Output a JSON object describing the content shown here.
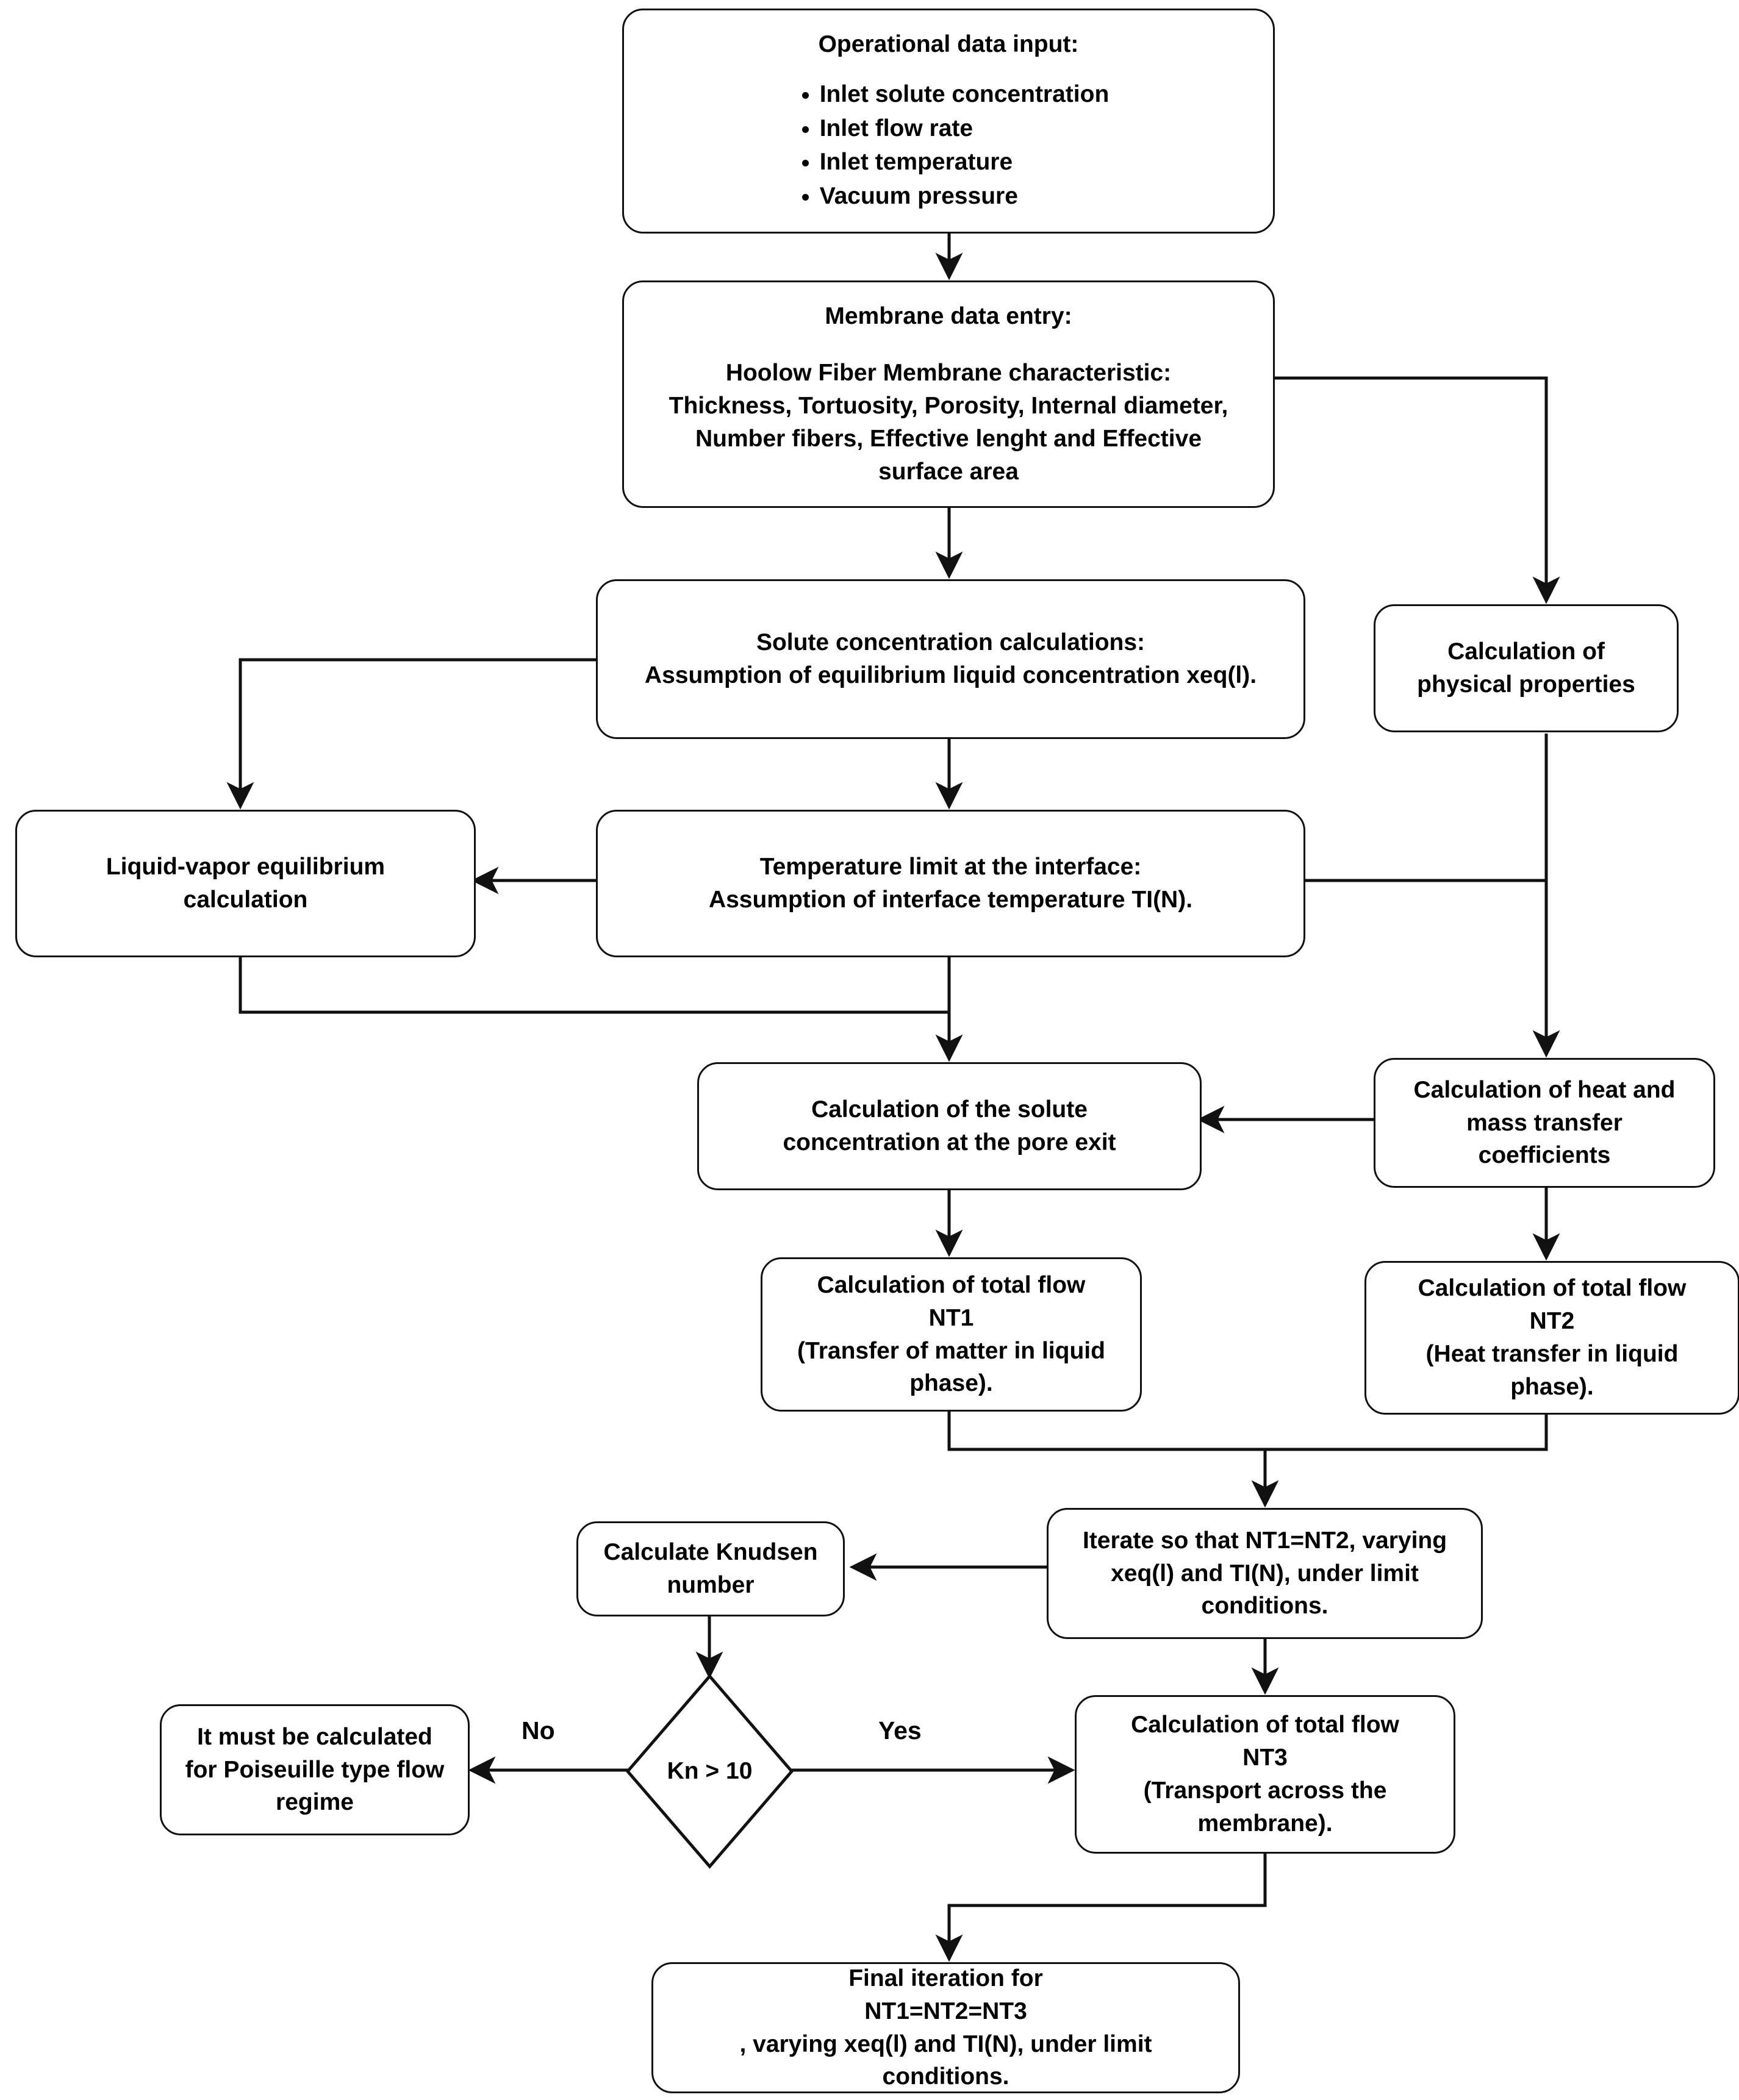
{
  "diagram": {
    "title": "Membrane distillation calculation flowchart",
    "type": "flowchart",
    "colors": {
      "stroke": "#111111",
      "fill": "#ffffff",
      "text": "#000000"
    }
  },
  "nodes": {
    "operational_input": {
      "heading": "Operational data input:",
      "bullets": [
        "Inlet solute concentration",
        "Inlet flow rate",
        "Inlet temperature",
        "Vacuum pressure"
      ]
    },
    "membrane_entry": {
      "line1": "Membrane data entry:",
      "line2": "Hoolow Fiber Membrane characteristic:",
      "line3": "Thickness, Tortuosity, Porosity, Internal diameter,",
      "line4": "Number fibers, Effective lenght and Effective",
      "line5": "surface area"
    },
    "solute_concentration": {
      "line1": "Solute concentration calculations:",
      "line2": "Assumption of equilibrium liquid concentration xeq(l)."
    },
    "physical_properties": {
      "line1": "Calculation of",
      "line2": "physical properties"
    },
    "liquid_vapor": {
      "line1": "Liquid-vapor equilibrium",
      "line2": "calculation"
    },
    "temperature_limit": {
      "line1": "Temperature limit at the interface:",
      "line2": "Assumption of interface temperature TI(N)."
    },
    "pore_exit": {
      "line1": "Calculation of the solute",
      "line2": "concentration at the pore exit"
    },
    "heat_mass_coefficients": {
      "line1": "Calculation of heat and",
      "line2": "mass transfer",
      "line3": "coefficients"
    },
    "total_flow_nt1": {
      "line1": "Calculation of total flow",
      "line2": "NT1",
      "line3": "(Transfer of matter in liquid",
      "line4": "phase)."
    },
    "total_flow_nt2": {
      "line1": "Calculation of total flow",
      "line2": "NT2",
      "line3": "(Heat transfer in liquid",
      "line4": "phase)."
    },
    "iterate_nt1_nt2": {
      "line1": "Iterate so that NT1=NT2, varying",
      "line2": "xeq(l) and TI(N), under limit",
      "line3": "conditions."
    },
    "knudsen": {
      "line1": "Calculate Knudsen",
      "line2": "number"
    },
    "decision_kn": {
      "label": "Kn > 10"
    },
    "poiseuille": {
      "line1": "It must be calculated",
      "line2": "for Poiseuille type flow",
      "line3": "regime"
    },
    "total_flow_nt3": {
      "line1": "Calculation of total flow",
      "line2": "NT3",
      "line3": "(Transport across the",
      "line4": "membrane)."
    },
    "final_iteration": {
      "line1": "Final iteration for",
      "line2": "NT1=NT2=NT3",
      "line3": ", varying xeq(l) and TI(N), under limit",
      "line4": "conditions."
    }
  },
  "edge_labels": {
    "no": "No",
    "yes": "Yes"
  }
}
